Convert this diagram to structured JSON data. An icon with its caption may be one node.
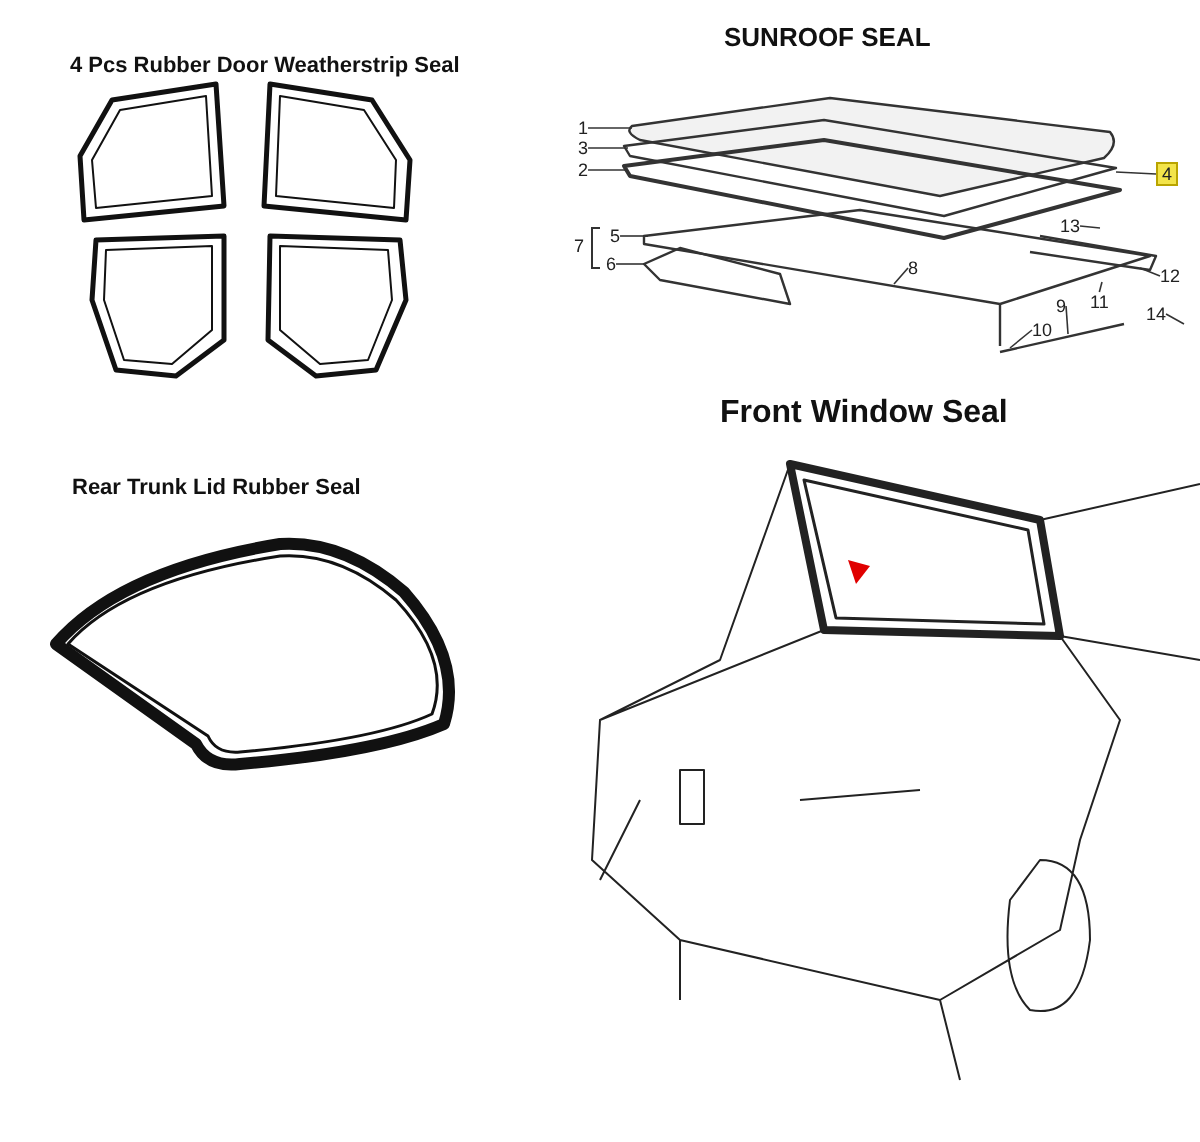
{
  "diagram": {
    "nodes": [
      {
        "text": [
          "1"
        ]
      },
      {
        "text": [
          "3"
        ]
      },
      {
        "text": [
          "2"
        ]
      },
      {
        "text": [
          "4"
        ]
      },
      {
        "text": [
          "5"
        ]
      },
      {
        "text": [
          "7"
        ]
      },
      {
        "text": [
          "6"
        ]
      },
      {
        "text": [
          "13"
        ]
      },
      {
        "text": [
          "8"
        ]
      },
      {
        "text": [
          "12"
        ]
      },
      {
        "text": [
          "11"
        ]
      },
      {
        "text": [
          "14"
        ]
      },
      {
        "text": [
          "9"
        ]
      },
      {
        "text": [
          "10"
        ]
      }
    ],
    "edges": [
      {
        "from": 0,
        "to": null,
        "arrow": "none"
      },
      {
        "from": 1,
        "to": null,
        "arrow": "none"
      },
      {
        "from": 2,
        "to": null,
        "arrow": "none"
      },
      {
        "from": 3,
        "to": null,
        "arrow": "none"
      },
      {
        "from": 4,
        "to": null,
        "arrow": "none"
      },
      {
        "from": 6,
        "to": null,
        "arrow": "none"
      },
      {
        "from": 7,
        "to": null,
        "arrow": "none"
      },
      {
        "from": 8,
        "to": null,
        "arrow": "none"
      },
      {
        "from": 9,
        "to": null,
        "arrow": "none"
      },
      {
        "from": 10,
        "to": null,
        "arrow": "none"
      },
      {
        "from": 11,
        "to": null,
        "arrow": "none"
      },
      {
        "from": 12,
        "to": null,
        "arrow": "none"
      },
      {
        "from": 13,
        "to": null,
        "arrow": "none"
      }
    ],
    "labels": [
      "4 Pcs Rubber Door Weatherstrip Seal",
      "SUNROOF SEAL",
      "Front Window Seal",
      "Rear Trunk Lid Rubber Seal"
    ]
  }
}
